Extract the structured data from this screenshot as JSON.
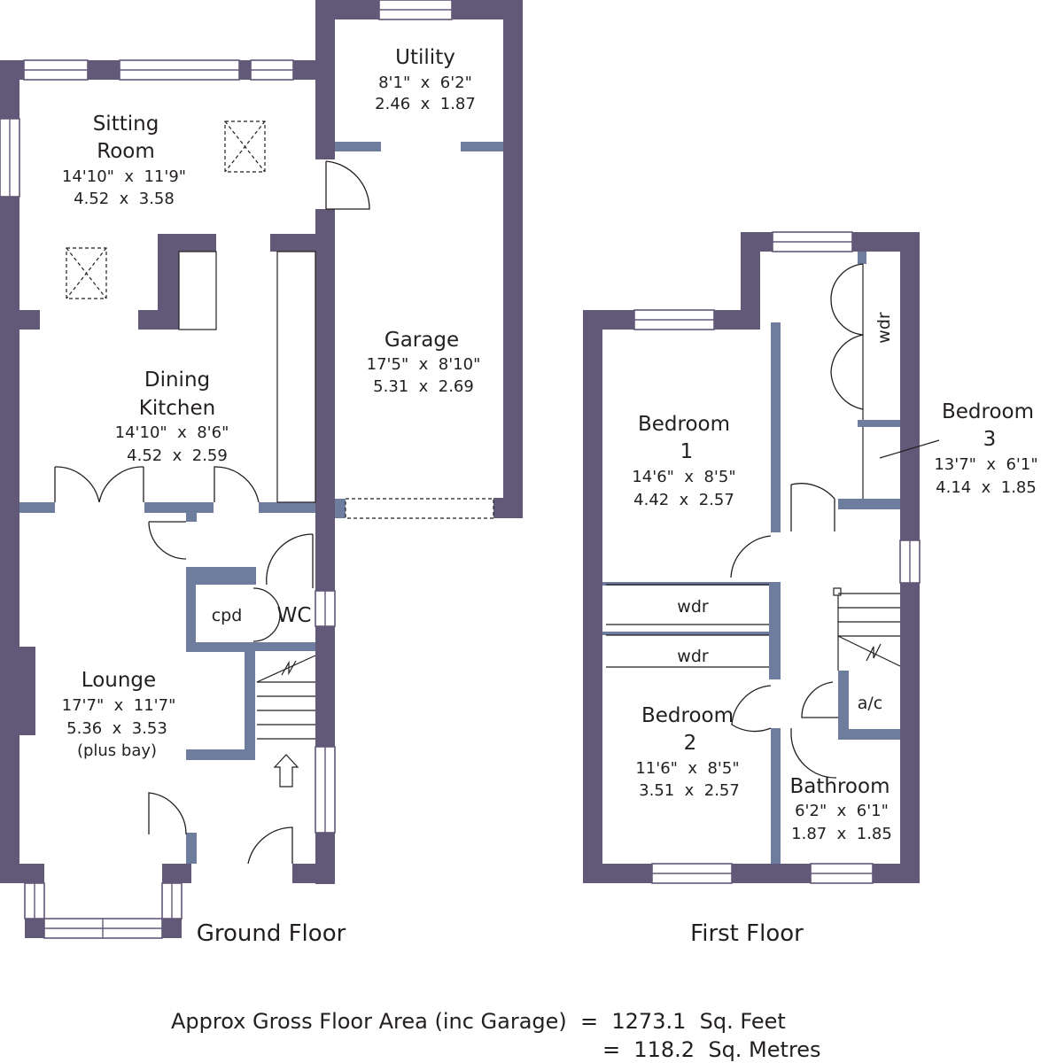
{
  "ground_floor": {
    "label": "Ground Floor",
    "rooms": {
      "utility": {
        "name": "Utility",
        "dim_imperial": "8'1\"  x  6'2\"",
        "dim_metric": "2.46  x  1.87"
      },
      "sitting_room": {
        "name_line1": "Sitting",
        "name_line2": "Room",
        "dim_imperial": "14'10\"  x  11'9\"",
        "dim_metric": "4.52  x  3.58"
      },
      "garage": {
        "name": "Garage",
        "dim_imperial": "17'5\"  x  8'10\"",
        "dim_metric": "5.31  x  2.69"
      },
      "dining_kitchen": {
        "name_line1": "Dining",
        "name_line2": "Kitchen",
        "dim_imperial": "14'10\"  x  8'6\"",
        "dim_metric": "4.52  x  2.59"
      },
      "cpd": {
        "name": "cpd"
      },
      "wc": {
        "name": "WC"
      },
      "lounge": {
        "name": "Lounge",
        "dim_imperial": "17'7\"  x  11'7\"",
        "dim_metric": "5.36  x  3.53",
        "note": "(plus bay)"
      }
    }
  },
  "first_floor": {
    "label": "First Floor",
    "rooms": {
      "bedroom1": {
        "name_line1": "Bedroom",
        "name_line2": "1",
        "dim_imperial": "14'6\"  x  8'5\"",
        "dim_metric": "4.42  x  2.57"
      },
      "bedroom2": {
        "name_line1": "Bedroom",
        "name_line2": "2",
        "dim_imperial": "11'6\"  x  8'5\"",
        "dim_metric": "3.51  x  2.57"
      },
      "bedroom3": {
        "name_line1": "Bedroom",
        "name_line2": "3",
        "dim_imperial": "13'7\"  x  6'1\"",
        "dim_metric": "4.14  x  1.85"
      },
      "bathroom": {
        "name": "Bathroom",
        "dim_imperial": "6'2\"  x  6'1\"",
        "dim_metric": "1.87  x  1.85"
      },
      "ac": {
        "name": "a/c"
      },
      "wardrobe_labels": [
        "wdr",
        "wdr",
        "wdr"
      ]
    }
  },
  "area": {
    "line1": "Approx Gross Floor Area (inc Garage)  =  1273.1  Sq. Feet",
    "line2": "=  118.2  Sq. Metres"
  },
  "colors": {
    "outer_wall": "#625878",
    "inner_wall": "#6e7c9e",
    "text": "#231f20"
  }
}
